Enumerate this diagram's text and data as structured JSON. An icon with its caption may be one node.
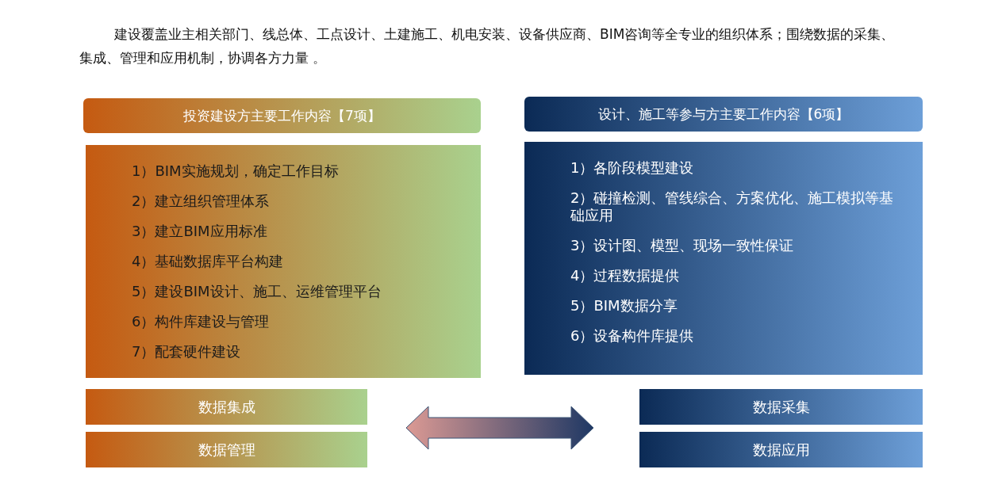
{
  "diagram": {
    "nodes": [
      {
        "text": [
          "投资建设方主要工作内容【7项】"
        ]
      },
      {
        "text": [
          "1）BIM实施规划，确定工作目标",
          "2）建立组织管理体系",
          "3）建立BIM应用标准",
          "4）基础数据库平台构建",
          "5）建设BIM设计、施工、运维管理平台",
          "6）构件库建设与管理",
          "7）配套硬件建设"
        ]
      },
      {
        "text": [
          "设计、施工等参与方主要工作内容【6项】"
        ]
      },
      {
        "text": [
          "1）各阶段模型建设",
          "2）碰撞检测、管线综合、方案优化、施工模拟等基础应用",
          "3）设计图、模型、现场一致性保证",
          "4）过程数据提供",
          "5）BIM数据分享",
          "6）设备构件库提供"
        ]
      },
      {
        "text": [
          "数据集成"
        ]
      },
      {
        "text": [
          "数据管理"
        ]
      },
      {
        "text": [
          "数据采集"
        ]
      },
      {
        "text": [
          "数据应用"
        ]
      }
    ],
    "edges": [
      {
        "from": 4,
        "to": 6,
        "arrow": "both"
      }
    ],
    "labels": [
      "建设覆盖业主相关部门、线总体、工点设计、土建施工、机电安装、设备供应商、BIM咨询等全专业的组织体系；围绕数据的采集、集成、管理和应用机制，协调各方力量 。"
    ]
  }
}
